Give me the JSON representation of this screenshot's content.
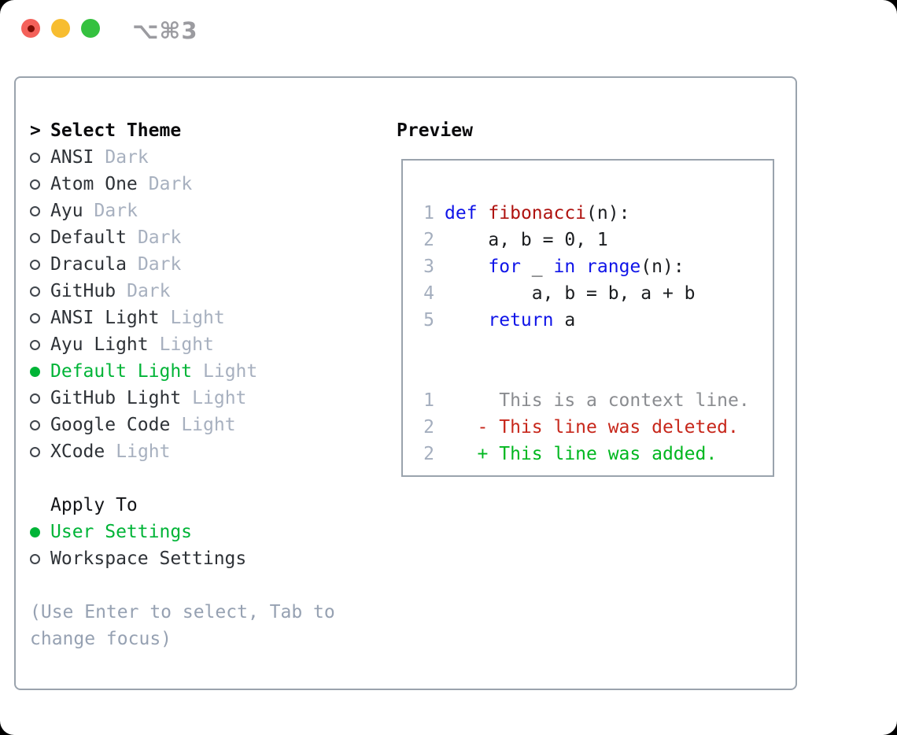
{
  "window": {
    "shortcut": "⌥⌘3"
  },
  "traffic_lights": [
    {
      "name": "close",
      "color": "#f4615a",
      "dot": "#7c0d05"
    },
    {
      "name": "minimize",
      "color": "#f7bd30"
    },
    {
      "name": "zoom",
      "color": "#35c13f"
    }
  ],
  "theme_picker": {
    "cursor": ">",
    "title": "Select Theme",
    "items": [
      {
        "name": "ANSI",
        "variant": "Dark",
        "selected": false
      },
      {
        "name": "Atom One",
        "variant": "Dark",
        "selected": false
      },
      {
        "name": "Ayu",
        "variant": "Dark",
        "selected": false
      },
      {
        "name": "Default",
        "variant": "Dark",
        "selected": false
      },
      {
        "name": "Dracula",
        "variant": "Dark",
        "selected": false
      },
      {
        "name": "GitHub",
        "variant": "Dark",
        "selected": false
      },
      {
        "name": "ANSI Light",
        "variant": "Light",
        "selected": false
      },
      {
        "name": "Ayu Light",
        "variant": "Light",
        "selected": false
      },
      {
        "name": "Default Light",
        "variant": "Light",
        "selected": true
      },
      {
        "name": "GitHub Light",
        "variant": "Light",
        "selected": false
      },
      {
        "name": "Google Code",
        "variant": "Light",
        "selected": false
      },
      {
        "name": "XCode",
        "variant": "Light",
        "selected": false
      }
    ],
    "apply_to": {
      "label": "Apply To",
      "options": [
        {
          "label": "User Settings",
          "selected": true
        },
        {
          "label": "Workspace Settings",
          "selected": false
        }
      ]
    },
    "hint": "(Use Enter to select, Tab to change focus)"
  },
  "preview": {
    "title": "Preview",
    "code_lines": [
      {
        "num": "1",
        "tokens": [
          {
            "t": "def",
            "c": "keyword"
          },
          {
            "t": " "
          },
          {
            "t": "fibonacci",
            "c": "function"
          },
          {
            "t": "(n):"
          }
        ]
      },
      {
        "num": "2",
        "tokens": [
          {
            "t": "    a, b = 0, 1"
          }
        ]
      },
      {
        "num": "3",
        "tokens": [
          {
            "t": "    "
          },
          {
            "t": "for",
            "c": "keyword"
          },
          {
            "t": " _ "
          },
          {
            "t": "in",
            "c": "keyword"
          },
          {
            "t": " "
          },
          {
            "t": "range",
            "c": "keyword"
          },
          {
            "t": "(n):"
          }
        ]
      },
      {
        "num": "4",
        "tokens": [
          {
            "t": "        a, b = b, a + b"
          }
        ]
      },
      {
        "num": "5",
        "tokens": [
          {
            "t": "    "
          },
          {
            "t": "return",
            "c": "keyword"
          },
          {
            "t": " a"
          }
        ]
      }
    ],
    "diff_lines": [
      {
        "num": "1",
        "text": "     This is a context line.",
        "kind": "context"
      },
      {
        "num": "2",
        "text": "   - This line was deleted.",
        "kind": "deleted"
      },
      {
        "num": "2",
        "text": "   + This line was added.",
        "kind": "added"
      }
    ]
  },
  "colors": {
    "border": "#9aa3ad",
    "dark_text": "#2e3237",
    "muted": "#a7b0bf",
    "hint": "#96a1b2",
    "lnum": "#a4aebe",
    "code_text": "#1b1d20",
    "keyword_blue": "#0f14e8",
    "function_red": "#af1310",
    "deleted_red": "#c7271b",
    "added_green": "#00b71f",
    "selection_green": "#00b437",
    "context_gray": "#8a8c90",
    "traffic_red": "#f4615a",
    "traffic_red_dot": "#7c0d05",
    "traffic_yellow": "#f7bd30",
    "traffic_green": "#35c13f"
  }
}
